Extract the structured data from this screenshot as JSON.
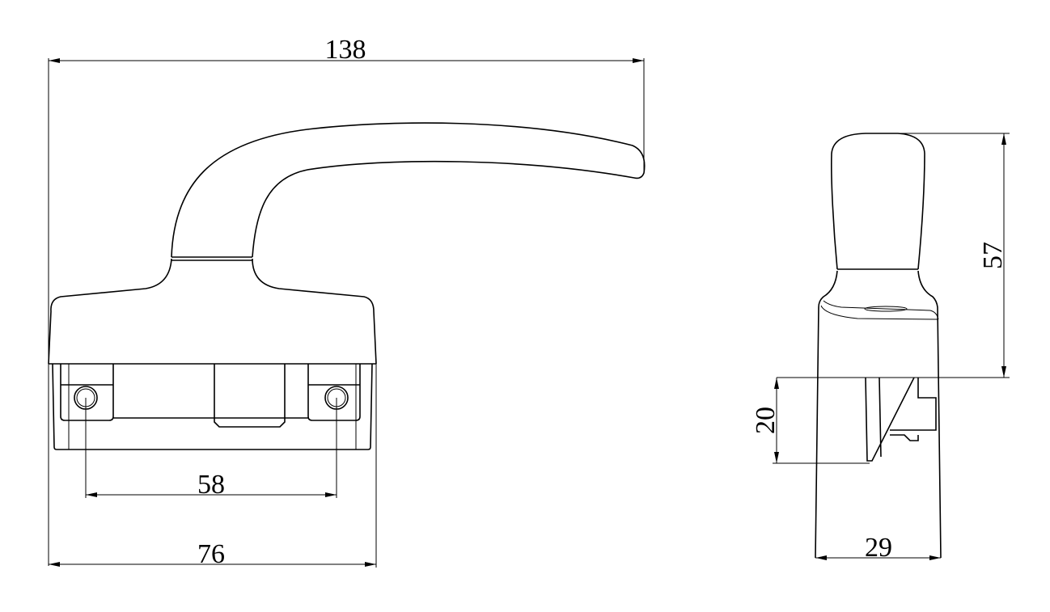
{
  "drawing": {
    "type": "technical-drawing",
    "views": [
      "front",
      "side"
    ],
    "dimensions": {
      "overall_length": "138",
      "hole_spacing": "58",
      "base_width": "76",
      "side_height": "57",
      "side_base_height": "20",
      "side_depth": "29"
    },
    "line_color": "#000000",
    "background": "#ffffff"
  }
}
